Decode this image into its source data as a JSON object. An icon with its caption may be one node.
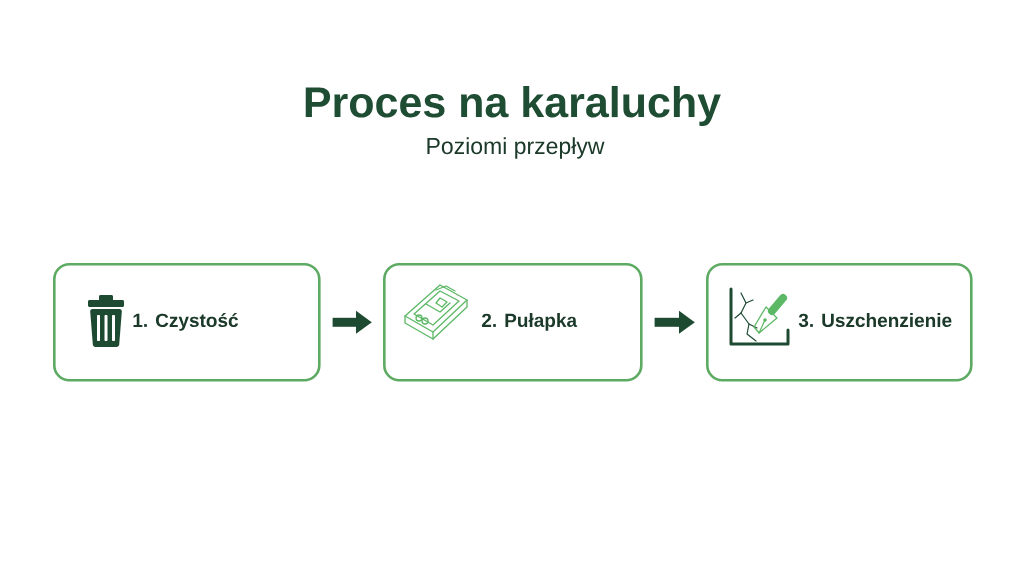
{
  "diagram": {
    "title": "Proces na karaluchy",
    "nodes": [
      {
        "text": [
          "1. Czystość"
        ]
      },
      {
        "text": [
          "2. Pułapka"
        ]
      },
      {
        "text": [
          "3. Uszchenzienie"
        ]
      }
    ],
    "edges": [
      {
        "from": 0,
        "to": 1,
        "arrow": "to"
      },
      {
        "from": 1,
        "to": 2,
        "arrow": "to"
      }
    ],
    "labels": [
      "Poziomi przepływ"
    ]
  }
}
